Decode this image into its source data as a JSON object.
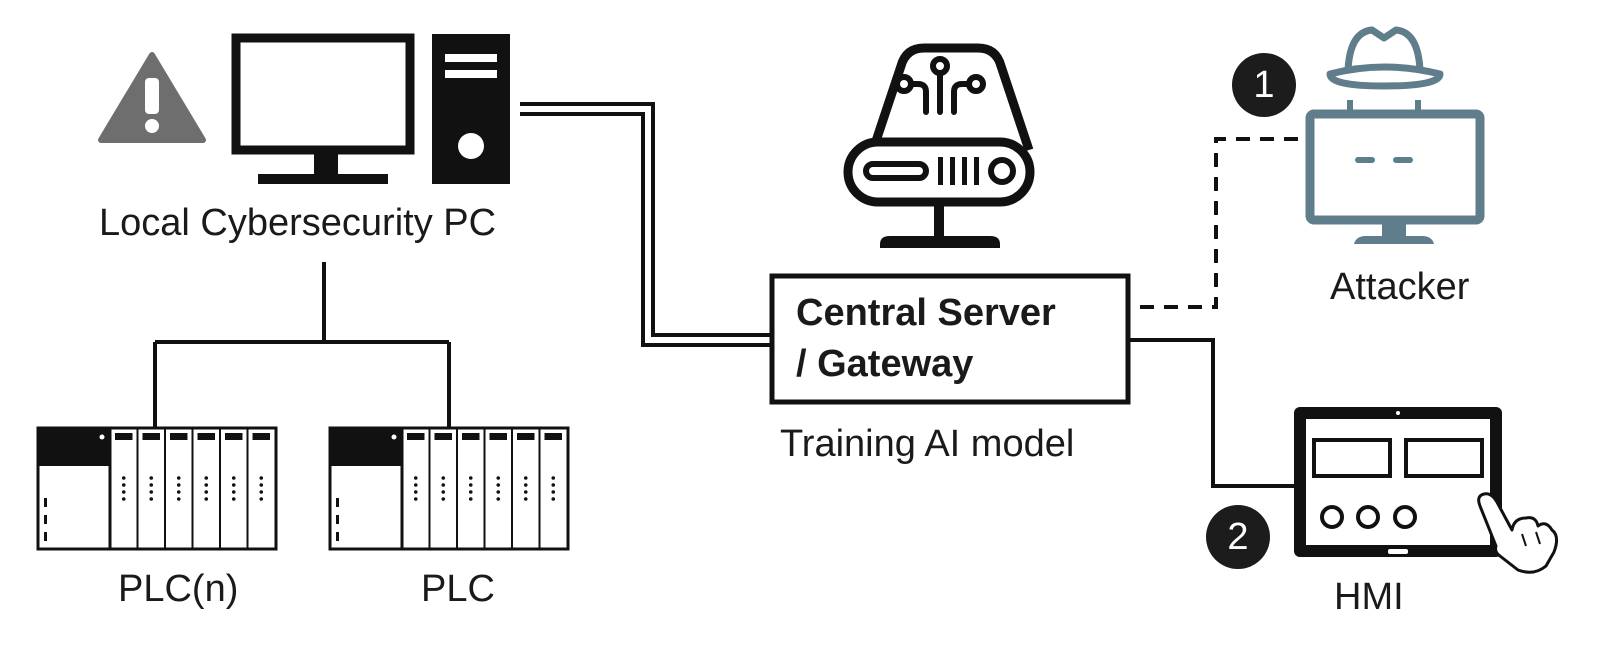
{
  "nodes": {
    "local_pc": {
      "label": "Local Cybersecurity PC"
    },
    "central_server": {
      "line1": "Central Server",
      "line2": "/ Gateway"
    },
    "server_caption": "Training AI model",
    "attacker": {
      "label": "Attacker",
      "badge": "1"
    },
    "hmi": {
      "label": "HMI",
      "badge": "2"
    },
    "plc_n": {
      "label": "PLC(n)"
    },
    "plc": {
      "label": "PLC"
    }
  },
  "colors": {
    "line": "#111111",
    "warning": "#6e6e6e",
    "attacker": "#607d8b",
    "badge": "#1c1c1c"
  },
  "icons": [
    "warning-icon",
    "monitor-icon",
    "pc-tower-icon",
    "ai-server-icon",
    "spy-icon",
    "tablet-icon",
    "hand-pointer-icon",
    "plc-rack-icon"
  ]
}
